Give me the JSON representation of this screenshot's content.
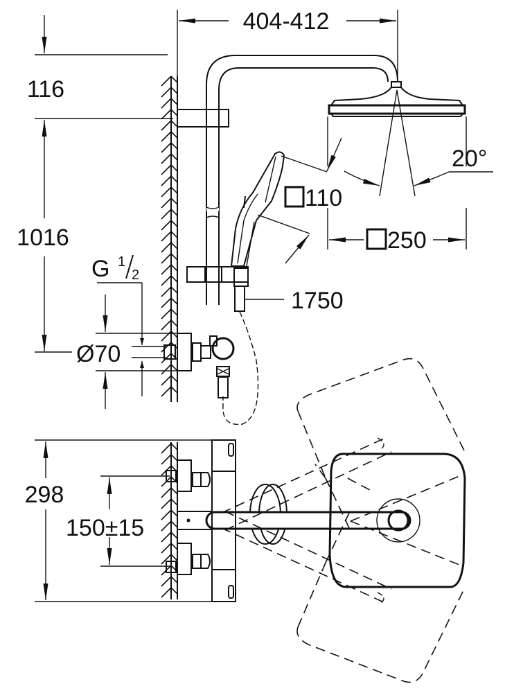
{
  "drawing": {
    "title": "Shower system technical drawing",
    "stroke_color": "#111111",
    "background": "#ffffff"
  },
  "dimensions": {
    "arm_reach": "404-412",
    "top_offset": "116",
    "rail_height": "1016",
    "thread": {
      "letter": "G",
      "numerator": "1",
      "denominator": "2"
    },
    "flange_diameter": "Ø70",
    "hand_shower_size": "110",
    "head_shower_size": "250",
    "spray_angle": "20°",
    "hose_length": "1750",
    "body_height": "298",
    "connection_spacing": "150±15"
  },
  "symbols": {
    "square_icon": "square-symbol"
  }
}
